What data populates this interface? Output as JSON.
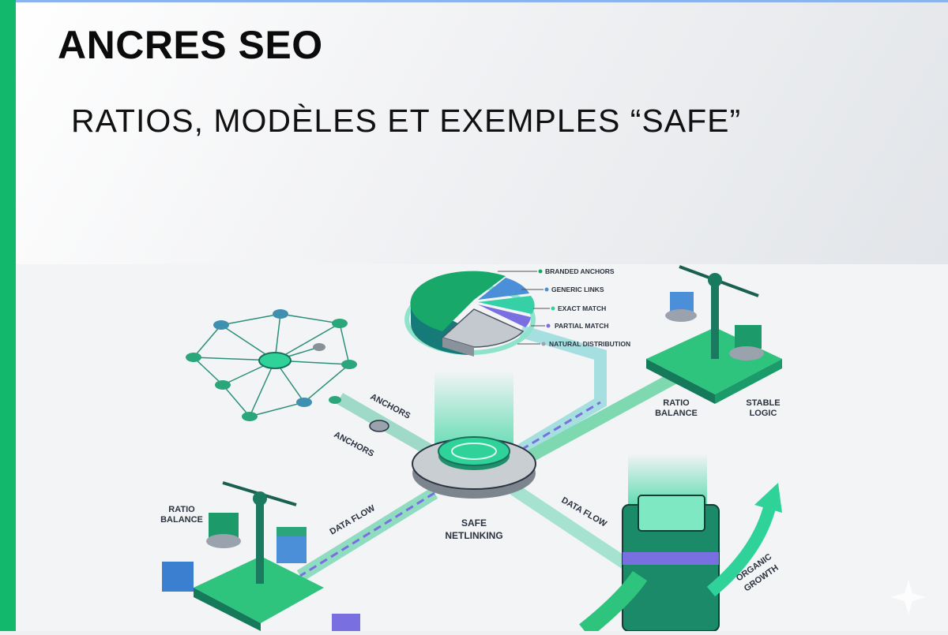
{
  "header": {
    "title": "ANCRES SEO",
    "subtitle": "RATIOS, MODÈLES ET EXEMPLES “SAFE”"
  },
  "illustration": {
    "pie_legend": [
      {
        "label": "BRANDED ANCHORS",
        "color": "#17a86a"
      },
      {
        "label": "GENERIC LINKS",
        "color": "#4a8fd8"
      },
      {
        "label": "EXACT MATCH",
        "color": "#35d0a5"
      },
      {
        "label": "PARTIAL MATCH",
        "color": "#7a6fe0"
      },
      {
        "label": "NATURAL DISTRIBUTION",
        "color": "#b9bfc6"
      }
    ],
    "anchors_label_1": "ANCHORS",
    "anchors_label_2": "ANCHORS",
    "data_flow_left": "DATA FLOW",
    "data_flow_right": "DATA FLOW",
    "hub_label_1": "SAFE",
    "hub_label_2": "NETLINKING",
    "ratio_balance_right_1": "RATIO",
    "ratio_balance_right_2": "BALANCE",
    "stable_logic_1": "STABLE",
    "stable_logic_2": "LOGIC",
    "ratio_balance_left_1": "RATIO",
    "ratio_balance_left_2": "BALANCE",
    "organic_growth_1": "ORGANIC",
    "organic_growth_2": "GROWTH"
  },
  "colors": {
    "accent": "#12b96c",
    "topline": "#8ab4f0"
  }
}
